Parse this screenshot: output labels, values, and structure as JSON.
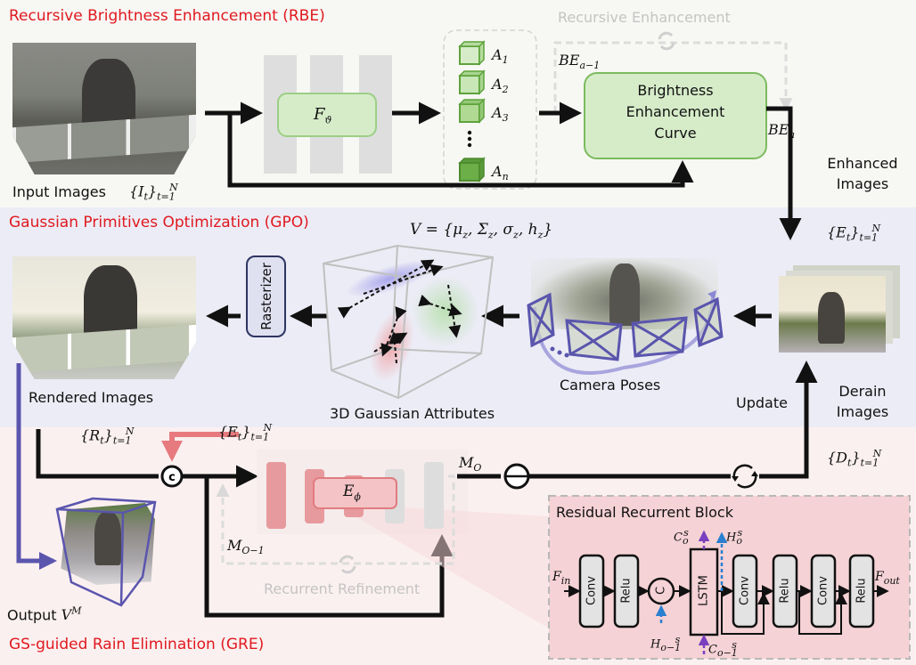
{
  "sections": {
    "rbe": {
      "title": "Recursive Brightness Enhancement (RBE)",
      "color": "#e0191f"
    },
    "gpo": {
      "title": "Gaussian Primitives Optimization (GPO)",
      "color": "#e0191f"
    },
    "gre": {
      "title": "GS-guided Rain Elimination (GRE)",
      "color": "#e0191f"
    }
  },
  "rbe": {
    "input_label": "Input Images",
    "input_set": "{I_t}_{t=1}^N",
    "network_label": "F_ϑ",
    "params": [
      "A_1",
      "A_2",
      "A_3",
      "⋮",
      "A_n"
    ],
    "be_prev": "BE_{a−1}",
    "be_curr": "BE_a",
    "curve_box": [
      "Brightness",
      "Enhancement",
      "Curve"
    ],
    "loop_label": "Recursive Enhancement",
    "enhanced_label": [
      "Enhanced",
      "Images"
    ],
    "enhanced_set": "{E_t}_{t=1}^N"
  },
  "gpo": {
    "formula": "V = {μ_z, Σ_z, σ_z, h_z}",
    "rasterizer": "Rasterizer",
    "attributes_label": "3D Gaussian Attributes",
    "camera_label": "Camera Poses",
    "rendered_label": "Rendered Images",
    "update_label": "Update",
    "derain_label": [
      "Derain",
      "Images"
    ]
  },
  "gre": {
    "rendered_set": "{R_t}_{t=1}^N",
    "enhanced_set": "{E_t}_{t=1}^N",
    "concat_symbol": "c",
    "encoder": "E_ϕ",
    "mask_out": "M_O",
    "mask_prev": "M_{O−1}",
    "loop_label": "Recurrent Refinement",
    "derain_set": "{D_t}_{t=1}^N",
    "output_label": "Output",
    "output_symbol": "V^M",
    "rrb": {
      "title": "Residual Recurrent Block",
      "input": "F_in",
      "output": "F_out",
      "blocks": [
        "Conv",
        "Relu",
        "C",
        "LSTM",
        "Conv",
        "Relu",
        "Conv",
        "Relu"
      ],
      "c_out": "C_o^s",
      "h_out": "H_o^s",
      "h_in": "H_{o−1}^s",
      "c_in": "C_{o−1}^s"
    }
  },
  "colors": {
    "green_box": "#d6ecc9",
    "green_border": "#7cbb5e",
    "purple": "#5a55ad",
    "pink": "#e77a7e",
    "rrb_bg": "#f5d2d5",
    "ghost": "#c4c4c4"
  }
}
